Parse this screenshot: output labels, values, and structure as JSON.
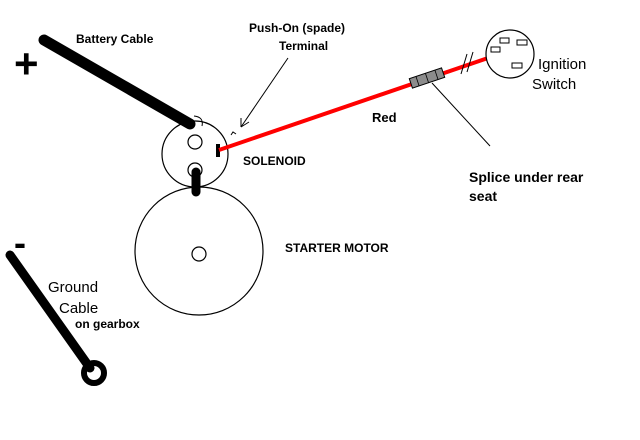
{
  "labels": {
    "battery_cable": "Battery Cable",
    "plus_sign": "+",
    "minus_sign": "-",
    "push_on_line1": "Push-On (spade)",
    "push_on_line2": "Terminal",
    "ignition_line1": "Ignition",
    "ignition_line2": "Switch",
    "red_wire": "Red",
    "solenoid": "SOLENOID",
    "splice_line1": "Splice under rear",
    "splice_line2": "seat",
    "starter_motor": "STARTER MOTOR",
    "ground_line1": "Ground",
    "ground_line2": "Cable",
    "ground_line3": "on gearbox"
  },
  "colors": {
    "cable": "#000000",
    "red_wire": "#ff0000",
    "outline": "#000000",
    "switch_fill": "#ffffff",
    "splice_fill": "#8c8c8c",
    "background": "#ffffff"
  },
  "icons": {
    "ignition_switch": "ignition-switch-icon",
    "solenoid": "solenoid-icon",
    "starter_motor": "starter-motor-icon",
    "splice": "splice-icon",
    "ground_lug": "ground-lug-icon"
  }
}
